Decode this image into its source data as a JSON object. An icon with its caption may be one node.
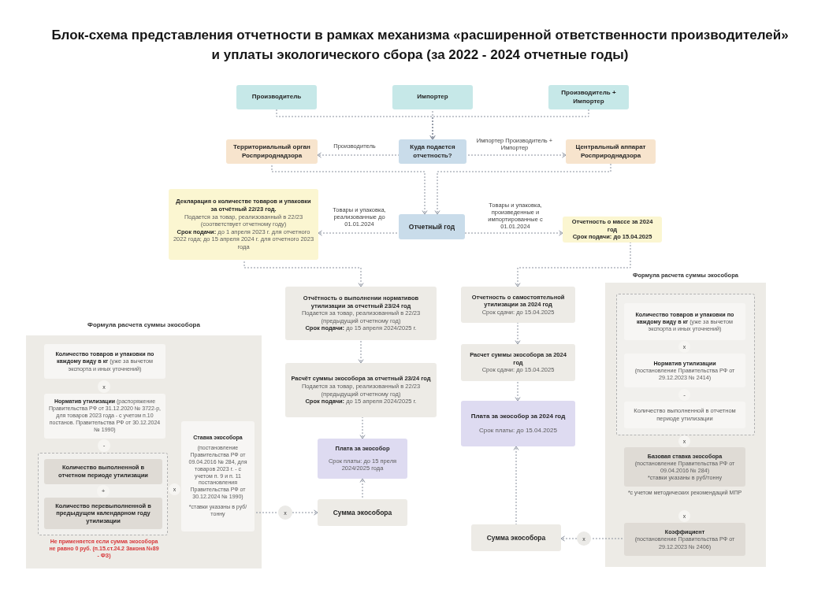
{
  "diagram": {
    "title": "Блок-схема представления отчетности в рамках механизма «расширенной ответственности производителей» и уплаты экологического сбора (за 2022 - 2024 отчетные годы)",
    "nodes": [
      {
        "text": [
          "Производитель"
        ]
      },
      {
        "text": [
          "Импортер"
        ]
      },
      {
        "text": [
          "Производитель + Импортер"
        ]
      },
      {
        "text": [
          "Территориальный орган Росприроднадзора"
        ]
      },
      {
        "text": [
          "Куда подается отчетность?"
        ]
      },
      {
        "text": [
          "Центральный аппарат Росприроднадзора"
        ]
      },
      {
        "text": [
          "Декларация о количестве товаров и упаковки за отчётный 22/23 год.",
          "Подается за товар, реализованный в 22/23 (соответствует отчетному году)",
          "**Срок подачи:** до 1 апреля 2023 г. для отчетного 2022 года; до 15 апреля 2024 г. для отчетного 2023 года"
        ]
      },
      {
        "text": [
          "Отчетный год"
        ]
      },
      {
        "text": [
          "Отчетность о массе за 2024 год",
          "Срок подачи: до 15.04.2025"
        ]
      },
      {
        "text": [
          "Отчётность о выполнении нормативов утилизации за отчетный 23/24 год",
          "Подается за товар, реализованный в 22/23 (предыдущий отчетному год)",
          "**Срок подачи:** до 15 апреля 2024/2025 г."
        ]
      },
      {
        "text": [
          "Расчёт суммы экособора за отчетный 23/24 год",
          "Подается за товар, реализованный в 22/23 (предыдущий отчетному год)",
          "**Срок подачи:** до 15 апреля 2024/2025 г."
        ]
      },
      {
        "text": [
          "Плата за экособор",
          "Срок платы: до 15 преля 2024/2025 года"
        ]
      },
      {
        "text": [
          "Сумма экособора"
        ]
      },
      {
        "text": [
          "Отчетность о самостоятельной утилизации за 2024 год",
          "Срок сдачи: до 15.04.2025"
        ]
      },
      {
        "text": [
          "Расчет суммы экособора за 2024 год",
          "Срок сдачи: до 15.04.2025"
        ]
      },
      {
        "text": [
          "Плата за экособор за 2024 год",
          "Срок платы: до 15.04.2025"
        ]
      },
      {
        "text": [
          "Сумма экособора"
        ]
      },
      {
        "text": [
          "Формула расчета суммы экособора"
        ]
      },
      {
        "text": [
          "**Количество товаров и упаковки по каждому виду в кг** (уже за вычетом экспорта и иных уточнений)"
        ],
        "in": 17
      },
      {
        "text": [
          "x"
        ],
        "in": 17
      },
      {
        "text": [
          "**Норматив утилизации** (распоряжение Правительства РФ от 31.12.2020 № 3722-р, для товаров 2023 года - с учетом п.10 постанов. Правительства РФ от 30.12.2024 № 1990)"
        ],
        "in": 17
      },
      {
        "text": [
          "-"
        ],
        "in": 17
      },
      {
        "text": [],
        "shape": "box",
        "in": 17,
        "beside": [
          "Не применяется если сумма экособора не равно 0 руб. (п.15.ст.24.2 Закона №89 - ФЗ)"
        ]
      },
      {
        "text": [
          "Количество выполненной в отчетном периоде утилизации"
        ],
        "in": 22
      },
      {
        "text": [
          "+"
        ],
        "in": 22
      },
      {
        "text": [
          "Количество перевыполненной в предыдущем календарном году утилизации"
        ],
        "in": 22
      },
      {
        "text": [
          "x"
        ],
        "in": 17
      },
      {
        "text": [
          "Ставка экособора",
          "(постановление Правительства РФ от 09.04.2016 № 284, для товаров 2023 г. - с учетом п. 9 и п. 11 постановления Правительства РФ от 30.12.2024 № 1990)",
          "*ставки указаны в руб/тонну"
        ],
        "in": 17
      },
      {
        "text": [
          "x"
        ]
      },
      {
        "text": [
          "Формула расчета суммы экособора"
        ]
      },
      {
        "text": [],
        "shape": "box",
        "in": 29
      },
      {
        "text": [
          "**Количество товаров и упаковки по каждому виду в кг** (уже за вычетом экспорта и иных уточнений)"
        ],
        "in": 30
      },
      {
        "text": [
          "x"
        ],
        "in": 30
      },
      {
        "text": [
          "Норматив утилизации",
          "(постановление Правительства РФ от 29.12.2023 № 2414)"
        ],
        "in": 30
      },
      {
        "text": [
          "-"
        ],
        "in": 30
      },
      {
        "text": [
          "Количество выполненной в отчетном периоде утилизации"
        ],
        "in": 30
      },
      {
        "text": [
          "x"
        ],
        "in": 29
      },
      {
        "text": [
          "Базовая ставка экособора",
          "(постановление Правительства РФ от 09.04.2016 № 284)",
          "*ставки указаны в руб/тонну"
        ],
        "in": 29,
        "beside": [
          "*с учетом методических рекомендаций МПР"
        ]
      },
      {
        "text": [
          "x"
        ],
        "in": 29
      },
      {
        "text": [
          "Коэффициент",
          "(постановление Правительства РФ от 29.12.2023 № 2406)"
        ],
        "in": 29
      },
      {
        "text": [
          "x"
        ]
      }
    ],
    "edges": [
      {
        "from": 0,
        "to": 4,
        "arrow": "to"
      },
      {
        "from": 1,
        "to": 4,
        "arrow": "to"
      },
      {
        "from": 2,
        "to": 4,
        "arrow": "to"
      },
      {
        "from": 4,
        "to": 3,
        "arrow": "to",
        "label": "Производитель"
      },
      {
        "from": 4,
        "to": 5,
        "arrow": "to",
        "label": "Импортер Производитель + Импортер"
      },
      {
        "from": 3,
        "to": 7,
        "arrow": "to"
      },
      {
        "from": 5,
        "to": 7,
        "arrow": "to"
      },
      {
        "from": 7,
        "to": 6,
        "arrow": "to",
        "label": "Товары и упаковка, реализованные до 01.01.2024"
      },
      {
        "from": 7,
        "to": 8,
        "arrow": "to",
        "label": "Товары и упаковка, произведенные и импортированные с 01.01.2024"
      },
      {
        "from": 6,
        "to": 9,
        "arrow": "to"
      },
      {
        "from": 8,
        "to": 13,
        "arrow": "to"
      },
      {
        "from": 9,
        "to": 10,
        "arrow": "to"
      },
      {
        "from": 10,
        "to": 11,
        "arrow": "to"
      },
      {
        "from": 12,
        "to": 11,
        "arrow": "to"
      },
      {
        "from": 13,
        "to": 14,
        "arrow": "to"
      },
      {
        "from": 14,
        "to": 15,
        "arrow": "to"
      },
      {
        "from": 16,
        "to": 15,
        "arrow": "to"
      },
      {
        "from": 27,
        "to": 28,
        "arrow": "none"
      },
      {
        "from": 28,
        "to": 12,
        "arrow": "to"
      },
      {
        "from": 39,
        "to": 40,
        "arrow": "none"
      },
      {
        "from": 40,
        "to": 16,
        "arrow": "to"
      }
    ]
  }
}
